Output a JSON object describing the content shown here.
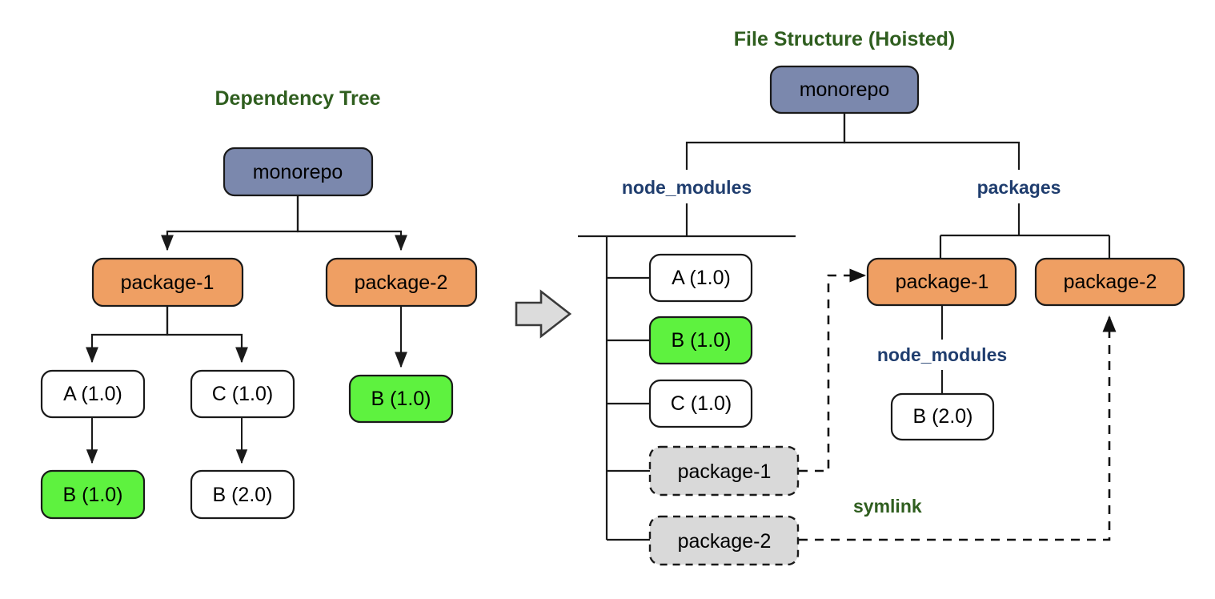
{
  "titles": {
    "left": "Dependency Tree",
    "right": "File Structure (Hoisted)"
  },
  "labels": {
    "node_modules_root": "node_modules",
    "packages": "packages",
    "node_modules_nested": "node_modules",
    "symlink": "symlink"
  },
  "colors": {
    "root_node": "#7b88ad",
    "package_node": "#ef9f63",
    "dep_node": "#ffffff",
    "hoisted_node": "#5ef23f",
    "symlink_node": "#d9d9d9",
    "title_green": "#2f5e1f",
    "folder_blue": "#1f3d6e",
    "edge_black": "#1a1a1a",
    "transition_arrow": "#dcdcdc"
  },
  "dependency_tree": {
    "root": {
      "label": "monorepo",
      "kind": "root"
    },
    "nodes": [
      {
        "id": "dt-root",
        "label": "monorepo",
        "kind": "root"
      },
      {
        "id": "dt-pkg1",
        "label": "package-1",
        "kind": "package"
      },
      {
        "id": "dt-pkg2",
        "label": "package-2",
        "kind": "package"
      },
      {
        "id": "dt-a10",
        "label": "A (1.0)",
        "kind": "dep"
      },
      {
        "id": "dt-c10",
        "label": "C (1.0)",
        "kind": "dep"
      },
      {
        "id": "dt-b10-p2",
        "label": "B (1.0)",
        "kind": "hoisted"
      },
      {
        "id": "dt-b10-a",
        "label": "B (1.0)",
        "kind": "hoisted"
      },
      {
        "id": "dt-b20-c",
        "label": "B (2.0)",
        "kind": "dep"
      }
    ]
  },
  "file_structure": {
    "nodes": [
      {
        "id": "fs-root",
        "label": "monorepo",
        "kind": "root"
      },
      {
        "id": "fs-a10",
        "label": "A (1.0)",
        "kind": "dep"
      },
      {
        "id": "fs-b10",
        "label": "B (1.0)",
        "kind": "hoisted"
      },
      {
        "id": "fs-c10",
        "label": "C (1.0)",
        "kind": "dep"
      },
      {
        "id": "fs-lnk1",
        "label": "package-1",
        "kind": "symlink"
      },
      {
        "id": "fs-lnk2",
        "label": "package-2",
        "kind": "symlink"
      },
      {
        "id": "fs-pkg1",
        "label": "package-1",
        "kind": "package"
      },
      {
        "id": "fs-pkg2",
        "label": "package-2",
        "kind": "package"
      },
      {
        "id": "fs-b20",
        "label": "B (2.0)",
        "kind": "dep"
      }
    ]
  },
  "transition": {
    "icon": "right-arrow-icon"
  }
}
